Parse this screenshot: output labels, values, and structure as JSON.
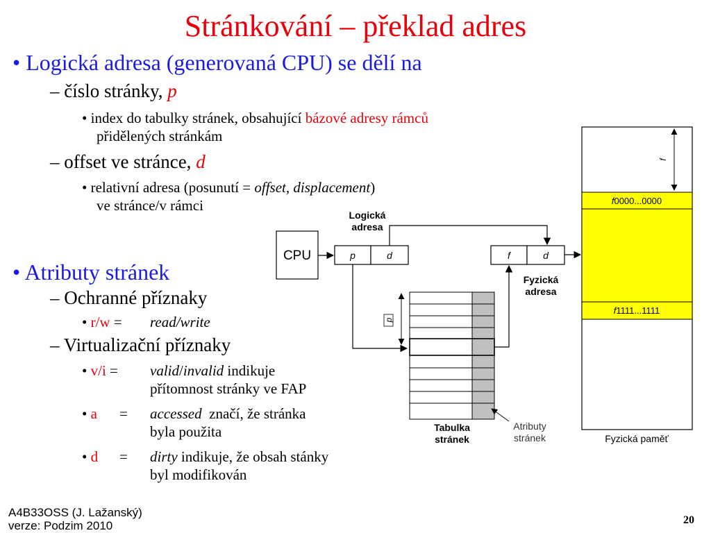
{
  "title": "Stránkování – překlad adres",
  "bullets": {
    "logical": "Logická adresa (generovaná CPU) se dělí na",
    "page_num": "číslo stránky, ",
    "page_var": "p",
    "page_desc_a": "index do tabulky stránek, obsahující ",
    "page_desc_red": "bázové adresy rámců",
    "page_desc_b": "přidělených stránkám",
    "offset": "offset ve stránce, ",
    "offset_var": "d",
    "offset_desc_a": "relativní adresa (posunutí = ",
    "offset_desc_ital": "offset, displacement",
    "offset_desc_close": ")",
    "offset_desc_b": "ve stránce/v rámci",
    "attrs": "Atributy stránek",
    "protect": "Ochranné příznaky",
    "rw_key": "r/w",
    "rw_eq": "=",
    "rw_val": "read/write",
    "virt": "Virtualizační příznaky",
    "vi_key": "v/i",
    "vi_eq": "=",
    "vi_val_a": "valid",
    "vi_slash": "/",
    "vi_val_b": "invalid",
    "vi_rest": " indikuje",
    "vi_rest2": "přítomnost stránky ve FAP",
    "a_key": "a",
    "a_eq": "=",
    "a_val": "accessed",
    "a_rest": "  značí, že stránka",
    "a_rest2": "byla použita",
    "d_key": "d",
    "d_eq": "=",
    "d_val": "dirty",
    "d_rest": " indikuje, že obsah stánky",
    "d_rest2": "byl modifikován"
  },
  "diagram": {
    "cpu": "CPU",
    "logical_label_1": "Logická",
    "logical_label_2": "adresa",
    "p": "p",
    "d": "d",
    "f": "f",
    "physical_label_1": "Fyzická",
    "physical_label_2": "adresa",
    "table_label_1": "Tabulka",
    "table_label_2": "stránek",
    "attr_label_1": "Atributy",
    "attr_label_2": "stránek",
    "mem_label": "Fyzická paměť",
    "frame_start_f": "f",
    "frame_start_rest": "0000...0000",
    "frame_end_f": "f",
    "frame_end_rest": "1111...1111",
    "frame_f_side": "f",
    "table_p_side": "p"
  },
  "footer": {
    "course": "A4B33OSS (J. Lažanský)",
    "version": "verze: Podzim 2010",
    "page": "20"
  },
  "colors": {
    "title": "#e8000b",
    "level1": "#1a1ae6",
    "frame": "#ffff00",
    "attr_column": "#c0c0c0"
  }
}
